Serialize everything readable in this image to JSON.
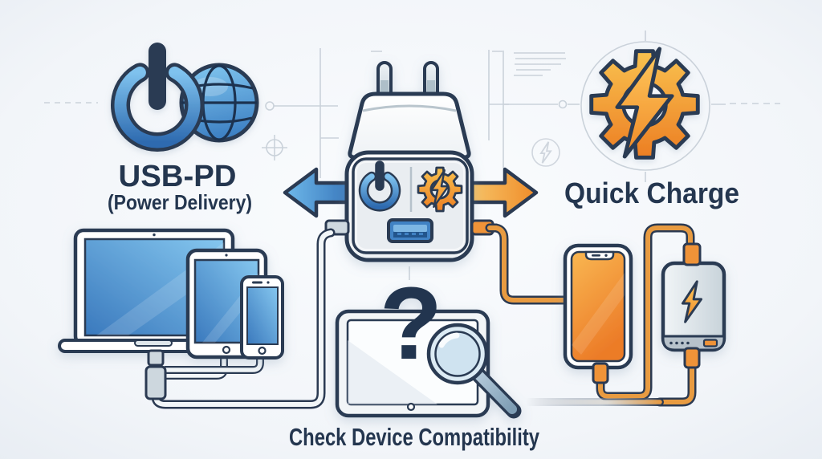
{
  "labels": {
    "usb_pd": "USB-PD",
    "usb_pd_sub": "(Power Delivery)",
    "quick_charge": "Quick Charge",
    "check_compatibility": "Check Device Compatibility",
    "question_mark": "?"
  },
  "colors": {
    "background": "#f2f5f9",
    "text_navy": "#24364f",
    "outline_navy": "#2b3a52",
    "accent_blue": "#4189c9",
    "accent_orange": "#f0912e",
    "cable_orange": "#e89b41",
    "blueprint_gray": "#c6ced7"
  },
  "icons": {
    "left_badge": [
      "power-icon",
      "globe-icon"
    ],
    "right_badge": [
      "gear-icon",
      "lightning-icon"
    ],
    "charger_face": [
      "power-icon",
      "gear-lightning-icon",
      "usb-port"
    ],
    "bottom_center": [
      "question-mark",
      "magnifier-icon"
    ],
    "power_bank": [
      "lightning-icon"
    ]
  }
}
